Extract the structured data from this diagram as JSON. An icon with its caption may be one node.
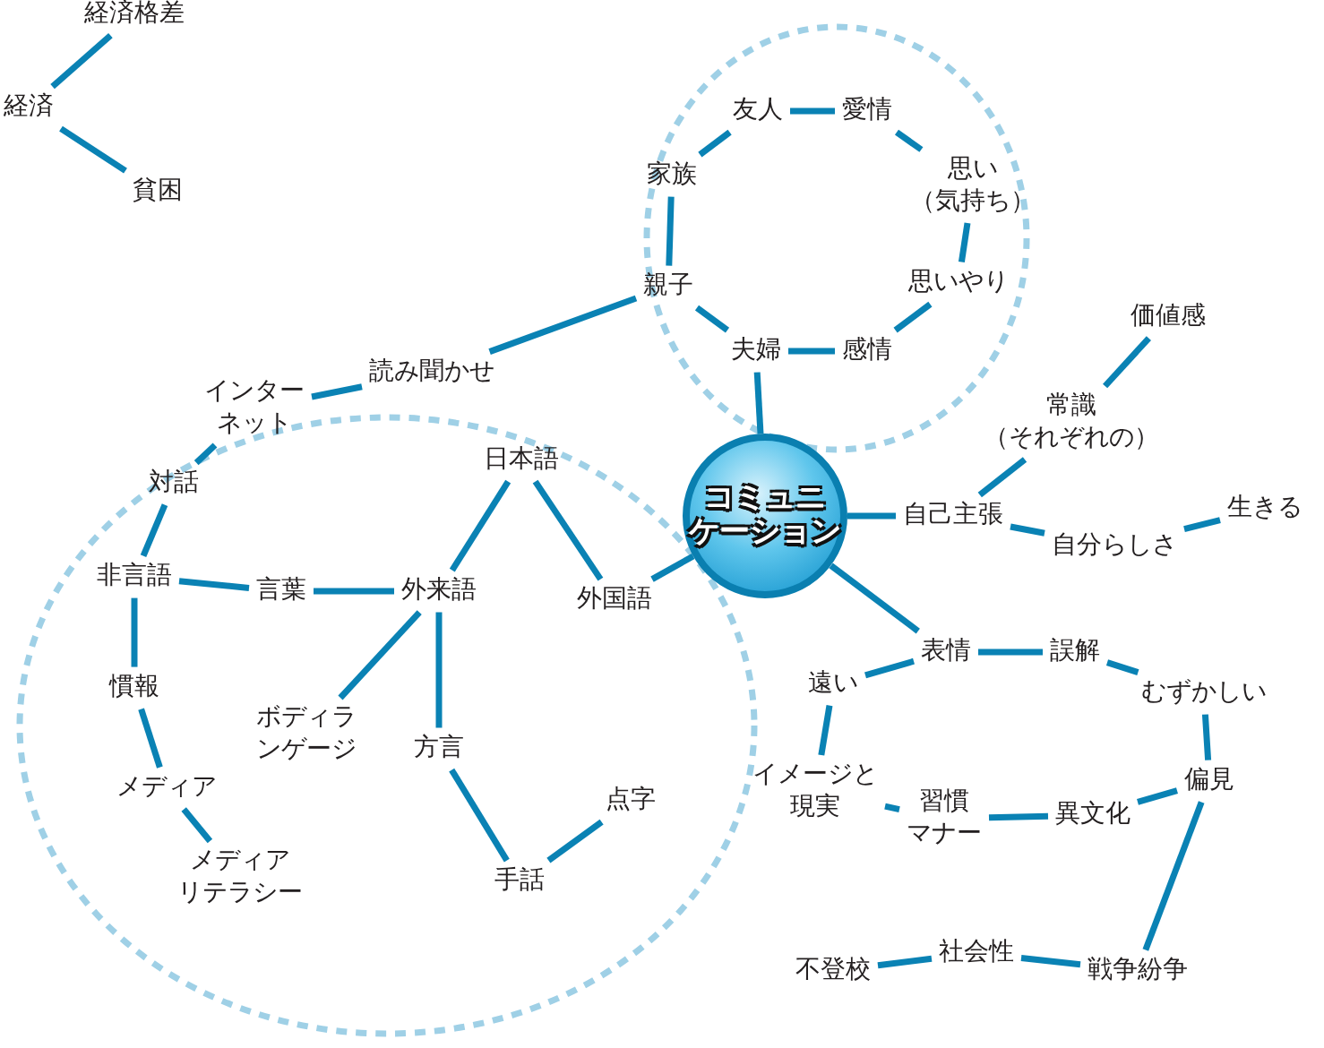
{
  "diagram": {
    "nodes": [
      {
        "text": [
          "経済格差"
        ]
      },
      {
        "text": [
          "経済"
        ]
      },
      {
        "text": [
          "貧困"
        ]
      },
      {
        "text": [
          "友人"
        ]
      },
      {
        "text": [
          "愛情"
        ]
      },
      {
        "text": [
          "家族"
        ]
      },
      {
        "text": [
          "思い（気持ち）"
        ]
      },
      {
        "text": [
          "親子"
        ]
      },
      {
        "text": [
          "思いやり"
        ]
      },
      {
        "text": [
          "夫婦"
        ]
      },
      {
        "text": [
          "感情"
        ]
      },
      {
        "text": [
          "価値感"
        ]
      },
      {
        "text": [
          "インターネット"
        ]
      },
      {
        "text": [
          "読み聞かせ"
        ]
      },
      {
        "text": [
          "常識（それぞれの）"
        ]
      },
      {
        "text": [
          "日本語"
        ]
      },
      {
        "text": [
          "コミュニケーション"
        ]
      },
      {
        "text": [
          "対話"
        ]
      },
      {
        "text": [
          "自己主張"
        ]
      },
      {
        "text": [
          "生きる"
        ]
      },
      {
        "text": [
          "自分らしさ"
        ]
      },
      {
        "text": [
          "非言語"
        ]
      },
      {
        "text": [
          "言葉"
        ]
      },
      {
        "text": [
          "外来語"
        ]
      },
      {
        "text": [
          "外国語"
        ]
      },
      {
        "text": [
          "表情"
        ]
      },
      {
        "text": [
          "誤解"
        ]
      },
      {
        "text": [
          "遠い"
        ]
      },
      {
        "text": [
          "むずかしい"
        ]
      },
      {
        "text": [
          "慣報"
        ]
      },
      {
        "text": [
          "ボディランゲージ"
        ]
      },
      {
        "text": [
          "方言"
        ]
      },
      {
        "text": [
          "イメージと現実"
        ]
      },
      {
        "text": [
          "偏見"
        ]
      },
      {
        "text": [
          "メディア"
        ]
      },
      {
        "text": [
          "点字"
        ]
      },
      {
        "text": [
          "習慣マナー"
        ]
      },
      {
        "text": [
          "異文化"
        ]
      },
      {
        "text": [
          "メディアリテラシー"
        ]
      },
      {
        "text": [
          "手話"
        ]
      },
      {
        "text": [
          "不登校"
        ]
      },
      {
        "text": [
          "社会性"
        ]
      },
      {
        "text": [
          "戦争紛争"
        ]
      }
    ],
    "edges": [
      {
        "from": 0,
        "to": 1,
        "arrow": "none"
      },
      {
        "from": 1,
        "to": 2,
        "arrow": "none"
      },
      {
        "from": 3,
        "to": 4,
        "arrow": "none"
      },
      {
        "from": 4,
        "to": 6,
        "arrow": "none"
      },
      {
        "from": 3,
        "to": 5,
        "arrow": "none"
      },
      {
        "from": 5,
        "to": 7,
        "arrow": "none"
      },
      {
        "from": 6,
        "to": 8,
        "arrow": "none"
      },
      {
        "from": 8,
        "to": 10,
        "arrow": "none"
      },
      {
        "from": 9,
        "to": 10,
        "arrow": "none"
      },
      {
        "from": 7,
        "to": 9,
        "arrow": "none"
      },
      {
        "from": 9,
        "to": 16,
        "arrow": "none"
      },
      {
        "from": 7,
        "to": 13,
        "arrow": "none"
      },
      {
        "from": 13,
        "to": 12,
        "arrow": "none"
      },
      {
        "from": 12,
        "to": 17,
        "arrow": "none"
      },
      {
        "from": 17,
        "to": 21,
        "arrow": "none"
      },
      {
        "from": 21,
        "to": 22,
        "arrow": "none"
      },
      {
        "from": 22,
        "to": 23,
        "arrow": "none"
      },
      {
        "from": 21,
        "to": 29,
        "arrow": "none"
      },
      {
        "from": 29,
        "to": 34,
        "arrow": "none"
      },
      {
        "from": 34,
        "to": 38,
        "arrow": "none"
      },
      {
        "from": 23,
        "to": 15,
        "arrow": "none"
      },
      {
        "from": 15,
        "to": 24,
        "arrow": "none"
      },
      {
        "from": 24,
        "to": 16,
        "arrow": "none"
      },
      {
        "from": 23,
        "to": 30,
        "arrow": "none"
      },
      {
        "from": 23,
        "to": 31,
        "arrow": "none"
      },
      {
        "from": 31,
        "to": 39,
        "arrow": "none"
      },
      {
        "from": 39,
        "to": 35,
        "arrow": "none"
      },
      {
        "from": 16,
        "to": 18,
        "arrow": "none"
      },
      {
        "from": 18,
        "to": 14,
        "arrow": "none"
      },
      {
        "from": 14,
        "to": 11,
        "arrow": "none"
      },
      {
        "from": 18,
        "to": 20,
        "arrow": "none"
      },
      {
        "from": 20,
        "to": 19,
        "arrow": "none"
      },
      {
        "from": 16,
        "to": 25,
        "arrow": "none"
      },
      {
        "from": 25,
        "to": 26,
        "arrow": "none"
      },
      {
        "from": 26,
        "to": 28,
        "arrow": "none"
      },
      {
        "from": 28,
        "to": 33,
        "arrow": "none"
      },
      {
        "from": 33,
        "to": 37,
        "arrow": "none"
      },
      {
        "from": 37,
        "to": 36,
        "arrow": "none"
      },
      {
        "from": 36,
        "to": 32,
        "arrow": "none"
      },
      {
        "from": 32,
        "to": 27,
        "arrow": "none"
      },
      {
        "from": 27,
        "to": 25,
        "arrow": "none"
      },
      {
        "from": 33,
        "to": 42,
        "arrow": "none"
      },
      {
        "from": 42,
        "to": 41,
        "arrow": "none"
      },
      {
        "from": 41,
        "to": 40,
        "arrow": "none"
      }
    ]
  }
}
